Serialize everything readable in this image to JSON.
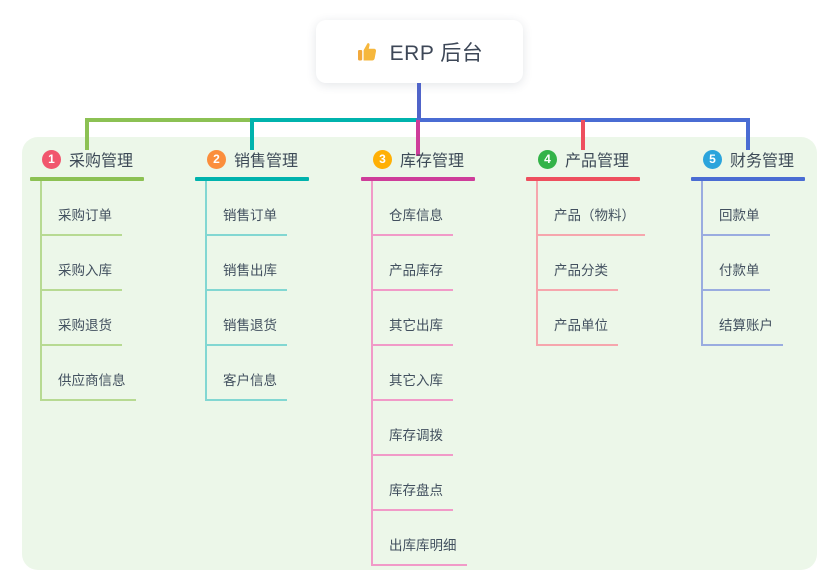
{
  "root": {
    "label": "ERP 后台",
    "icon": "thumbs-up",
    "icon_color": "#f6b73c"
  },
  "colors": {
    "root_line": "#5064c9",
    "horizontal_right": "#4a6cd3",
    "panel_background": "#ecf7e9"
  },
  "branches": [
    {
      "index": "1",
      "label": "采购管理",
      "badge_color": "#f1566d",
      "line_color": "#8cc153",
      "light_line_color": "#b7da92",
      "children": [
        "采购订单",
        "采购入库",
        "采购退货",
        "供应商信息"
      ]
    },
    {
      "index": "2",
      "label": "销售管理",
      "badge_color": "#fb8e3c",
      "line_color": "#00b3ad",
      "light_line_color": "#82d7d2",
      "children": [
        "销售订单",
        "销售出库",
        "销售退货",
        "客户信息"
      ]
    },
    {
      "index": "3",
      "label": "库存管理",
      "badge_color": "#ffb005",
      "line_color": "#ce3d9a",
      "light_line_color": "#f19ac8",
      "children": [
        "仓库信息",
        "产品库存",
        "其它出库",
        "其它入库",
        "库存调拨",
        "库存盘点",
        "出库库明细"
      ]
    },
    {
      "index": "4",
      "label": "产品管理",
      "badge_color": "#33b348",
      "line_color": "#ee4f5e",
      "light_line_color": "#f6a6ad",
      "children": [
        "产品（物料）",
        "产品分类",
        "产品单位"
      ]
    },
    {
      "index": "5",
      "label": "财务管理",
      "badge_color": "#2ba4dc",
      "line_color": "#4a6cd3",
      "light_line_color": "#9aace0",
      "children": [
        "回款单",
        "付款单",
        "结算账户"
      ]
    }
  ]
}
